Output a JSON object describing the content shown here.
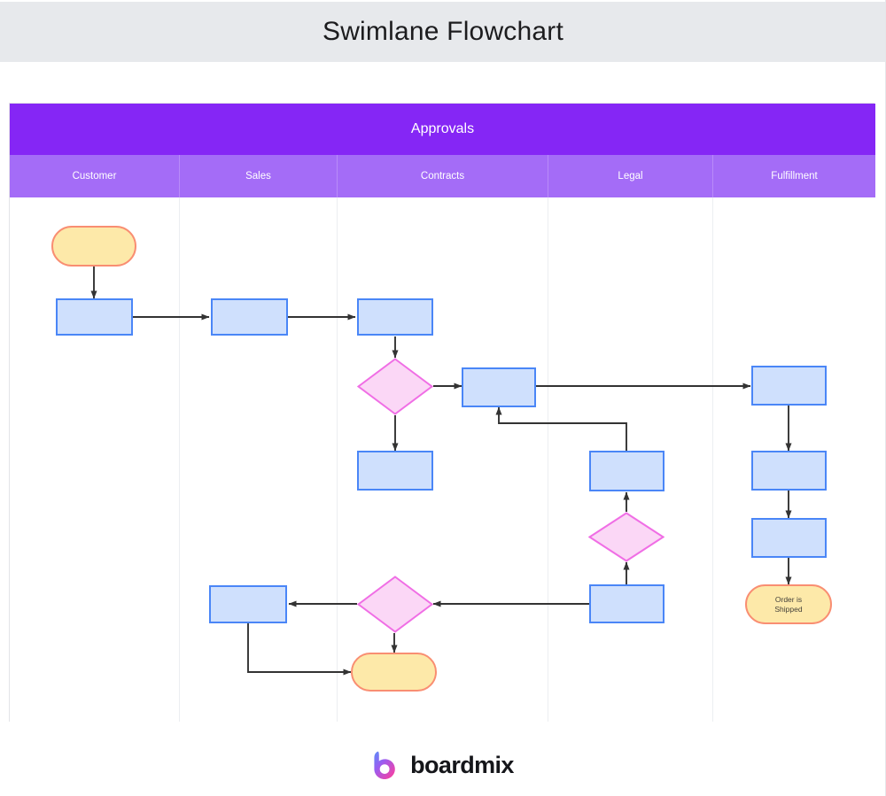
{
  "page": {
    "title": "Swimlane Flowchart",
    "background": "#ffffff",
    "title_bar_background": "#e7e9ec"
  },
  "colors": {
    "pool_header": "#8526f5",
    "lane_header": "#a46cf7",
    "process_fill": "#cfe0fd",
    "process_stroke": "#4a86f7",
    "decision_fill": "#fbd7f6",
    "decision_stroke": "#f06ee5",
    "terminal_fill": "#fde9a9",
    "terminal_stroke": "#f98e72",
    "connector": "#333333",
    "lane_divider": "#eceef1"
  },
  "pool": {
    "title": "Approvals"
  },
  "lanes": [
    {
      "id": "customer",
      "label": "Customer"
    },
    {
      "id": "sales",
      "label": "Sales"
    },
    {
      "id": "contracts",
      "label": "Contracts"
    },
    {
      "id": "legal",
      "label": "Legal"
    },
    {
      "id": "fulfillment",
      "label": "Fulfillment"
    }
  ],
  "chart_data": {
    "type": "diagram",
    "diagram_type": "swimlane-flowchart",
    "title": "Swimlane Flowchart",
    "pool": "Approvals",
    "lanes": [
      "Customer",
      "Sales",
      "Contracts",
      "Legal",
      "Fulfillment"
    ],
    "nodes": [
      {
        "id": "n1",
        "lane": "Customer",
        "shape": "terminal",
        "label": ""
      },
      {
        "id": "n2",
        "lane": "Customer",
        "shape": "process",
        "label": ""
      },
      {
        "id": "n3",
        "lane": "Sales",
        "shape": "process",
        "label": ""
      },
      {
        "id": "n4",
        "lane": "Contracts",
        "shape": "process",
        "label": ""
      },
      {
        "id": "n5",
        "lane": "Contracts",
        "shape": "decision",
        "label": ""
      },
      {
        "id": "n6",
        "lane": "Contracts",
        "shape": "process",
        "label": ""
      },
      {
        "id": "n7",
        "lane": "Legal",
        "shape": "process",
        "label": ""
      },
      {
        "id": "n8",
        "lane": "Fulfillment",
        "shape": "process",
        "label": ""
      },
      {
        "id": "n9",
        "lane": "Fulfillment",
        "shape": "process",
        "label": ""
      },
      {
        "id": "n10",
        "lane": "Fulfillment",
        "shape": "process",
        "label": ""
      },
      {
        "id": "n11",
        "lane": "Fulfillment",
        "shape": "terminal",
        "label": "Order is Shipped"
      },
      {
        "id": "n12",
        "lane": "Legal",
        "shape": "process",
        "label": ""
      },
      {
        "id": "n13",
        "lane": "Legal",
        "shape": "decision",
        "label": ""
      },
      {
        "id": "n14",
        "lane": "Legal",
        "shape": "process",
        "label": ""
      },
      {
        "id": "n15",
        "lane": "Contracts",
        "shape": "decision",
        "label": ""
      },
      {
        "id": "n16",
        "lane": "Sales",
        "shape": "process",
        "label": ""
      },
      {
        "id": "n17",
        "lane": "Contracts",
        "shape": "terminal",
        "label": ""
      }
    ],
    "edges": [
      {
        "from": "n1",
        "to": "n2",
        "label": ""
      },
      {
        "from": "n2",
        "to": "n3",
        "label": ""
      },
      {
        "from": "n3",
        "to": "n4",
        "label": ""
      },
      {
        "from": "n4",
        "to": "n5",
        "label": ""
      },
      {
        "from": "n5",
        "to": "n7",
        "label": ""
      },
      {
        "from": "n5",
        "to": "n6",
        "label": ""
      },
      {
        "from": "n7",
        "to": "n8",
        "label": ""
      },
      {
        "from": "n8",
        "to": "n9",
        "label": ""
      },
      {
        "from": "n9",
        "to": "n10",
        "label": ""
      },
      {
        "from": "n10",
        "to": "n11",
        "label": ""
      },
      {
        "from": "n12",
        "to": "n7",
        "label": ""
      },
      {
        "from": "n13",
        "to": "n12",
        "label": ""
      },
      {
        "from": "n14",
        "to": "n13",
        "label": ""
      },
      {
        "from": "n14",
        "to": "n15",
        "label": ""
      },
      {
        "from": "n15",
        "to": "n16",
        "label": ""
      },
      {
        "from": "n15",
        "to": "n17",
        "label": ""
      },
      {
        "from": "n16",
        "to": "n17",
        "label": ""
      }
    ]
  },
  "nodes": {
    "n11": {
      "line1": "Order is",
      "line2": "Shipped"
    }
  },
  "footer": {
    "brand": "boardmix"
  }
}
